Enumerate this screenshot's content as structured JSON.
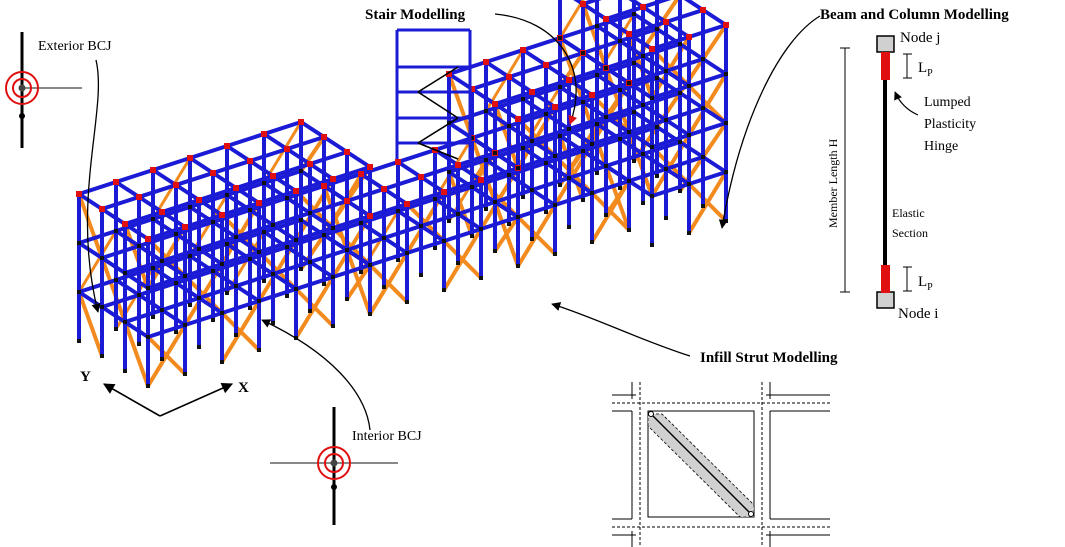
{
  "labels": {
    "stair": "Stair Modelling",
    "beam_column": "Beam and Column Modelling",
    "exterior_bcj": "Exterior BCJ",
    "interior_bcj": "Interior BCJ",
    "infill": "Infill Strut Modelling",
    "node_j": "Node j",
    "node_i": "Node i",
    "lp_top": "L",
    "lp_top_sub": "P",
    "lp_bot": "L",
    "lp_bot_sub": "P",
    "lumped": "Lumped",
    "plasticity": "Plasticity",
    "hinge": "Hinge",
    "elastic": "Elastic",
    "section": "Section",
    "member_length": "Member Length H",
    "axis_y": "Y",
    "axis_x": "X"
  },
  "colors": {
    "frame": "#1b1bd6",
    "strut": "#f28a1e",
    "hinge": "#e01010",
    "bcj_ring": "#e01010",
    "node_fill": "#d0d0d0"
  }
}
